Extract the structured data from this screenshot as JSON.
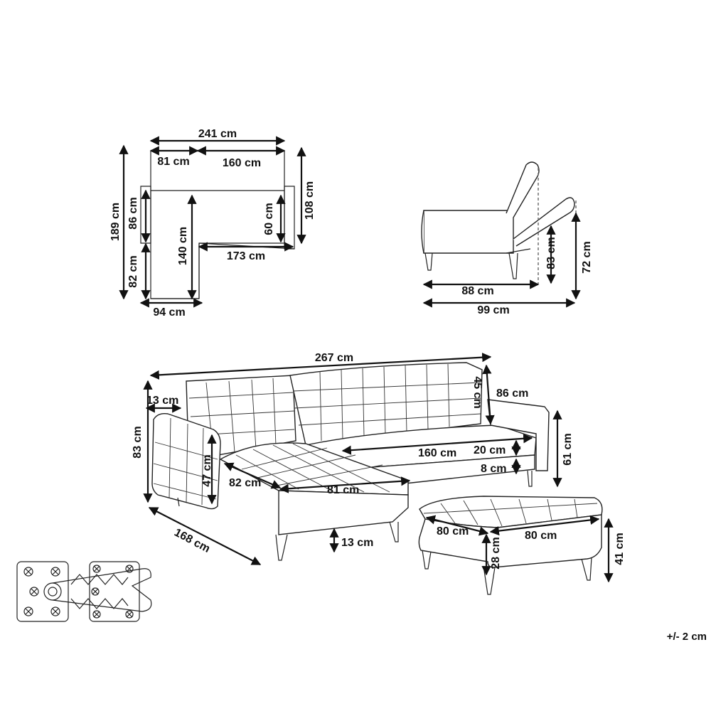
{
  "top_view": {
    "total_width": "241 cm",
    "chaise_width": "81 cm",
    "sofa_width": "160 cm",
    "total_length": "189 cm",
    "back_depth": "86 cm",
    "chaise_extra": "82 cm",
    "chaise_length": "140 cm",
    "seat_depth": "60 cm",
    "side_depth": "108 cm",
    "seat_length": "173 cm",
    "bottom_width": "94 cm"
  },
  "side_view": {
    "depth": "88 cm",
    "bed_length": "99 cm",
    "recline_height": "83 cm",
    "bed_height": "72 cm"
  },
  "main_view": {
    "total_width": "267 cm",
    "back_height": "45 cm",
    "arm_depth": "86 cm",
    "arm_width": "13 cm",
    "height": "83 cm",
    "arm_height": "47 cm",
    "chaise_depth": "82 cm",
    "chaise_width": "81 cm",
    "seat_width": "160 cm",
    "seat_thickness": "20 cm",
    "seat_gap": "8 cm",
    "arm_total_height": "61 cm",
    "length": "168 cm",
    "leg_height": "13 cm"
  },
  "ottoman": {
    "depth": "80 cm",
    "width": "80 cm",
    "cushion_height": "28 cm",
    "height": "41 cm"
  },
  "tolerance": "+/- 2 cm"
}
